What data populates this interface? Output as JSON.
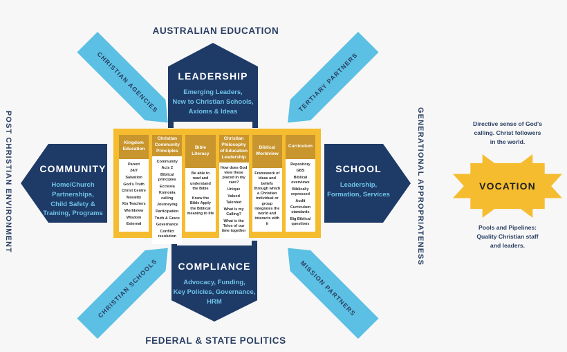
{
  "captions": {
    "top": "AUSTRALIAN EDUCATION",
    "bottom": "FEDERAL & STATE POLITICS",
    "left_vertical": "POST CHRISTIAN ENVIRONMENT",
    "right_vertical": "GENERATIONAL APPROPRIATENESS"
  },
  "colors": {
    "navy": "#1e3a67",
    "light_blue": "#5bc0e3",
    "sub_text_blue": "#6fc3e8",
    "yellow": "#f5bc30",
    "gold_header": "#c8952e",
    "background": "#f7f7f7",
    "dark_text": "#2b3f63"
  },
  "blocks": {
    "leadership": {
      "title": "LEADERSHIP",
      "subtitle": "Emerging Leaders,\nNew to Christian Schools,\nAxioms & Ideas"
    },
    "compliance": {
      "title": "COMPLIANCE",
      "subtitle": "Advocacy, Funding,\nKey Policies, Governance,\nHRM"
    },
    "community": {
      "title": "COMMUNITY",
      "subtitle": "Home/Church\nPartnerships,\nChild Safety &\nTraining, Programs"
    },
    "school": {
      "title": "SCHOOL",
      "subtitle": "Leadership,\nFormation, Services"
    }
  },
  "diagonal_arrows": [
    {
      "id": "top-left",
      "label": "CHRISTIAN AGENCIES"
    },
    {
      "id": "top-right",
      "label": "TERTIARY PARTNERS"
    },
    {
      "id": "bottom-left",
      "label": "CHRISTIAN SCHOOLS"
    },
    {
      "id": "bottom-right",
      "label": "MISSION PARTNERS"
    }
  ],
  "matrix": {
    "columns": [
      {
        "header": "Kingdom\nEducation",
        "items": [
          "Parent",
          "24/7",
          "Salvation",
          "God's Truth",
          "Christ Centre",
          "Morality",
          "Xtn Teachers",
          "Worldview",
          "Wisdom",
          "External"
        ]
      },
      {
        "header": "Christian\nCommunity\nPrinciples",
        "items": [
          "Community",
          "Acts 2",
          "Biblical principles",
          "Ecclesia",
          "Koinonia calling",
          "Journeying",
          "Participation",
          "Truth & Grace",
          "Governance",
          "Conflict resolution"
        ]
      },
      {
        "header": "Bible\nLiteracy",
        "items": [
          "Be able to read and understand the Bible",
          "Know the Bible Apply the Biblical meaning to life"
        ]
      },
      {
        "header": "Christian\nPhilosophy\nof Education\nLeadership",
        "items": [
          "How does God view these placed in my care?",
          "Unique",
          "Valued",
          "Talented",
          "What is my Calling?",
          "What is the Telos of our time together"
        ]
      },
      {
        "header": "Biblical\nWorldview",
        "items": [
          "Framework of ideas and beliefs through which a Christian individual or group integrates the world and interacts with it"
        ]
      },
      {
        "header": "Curriculum",
        "items": [
          "Repository",
          "GBS",
          "Biblical overviews",
          "Biblically expressed",
          "Audit",
          "Curriculum standards",
          "Big Biblical questions"
        ]
      }
    ]
  },
  "vocation": {
    "label": "VOCATION",
    "note_top": "Directive sense of God's\ncalling. Christ followers\nin the world.",
    "note_bottom": "Pools and Pipelines:\nQuality Christian staff\nand leaders."
  }
}
